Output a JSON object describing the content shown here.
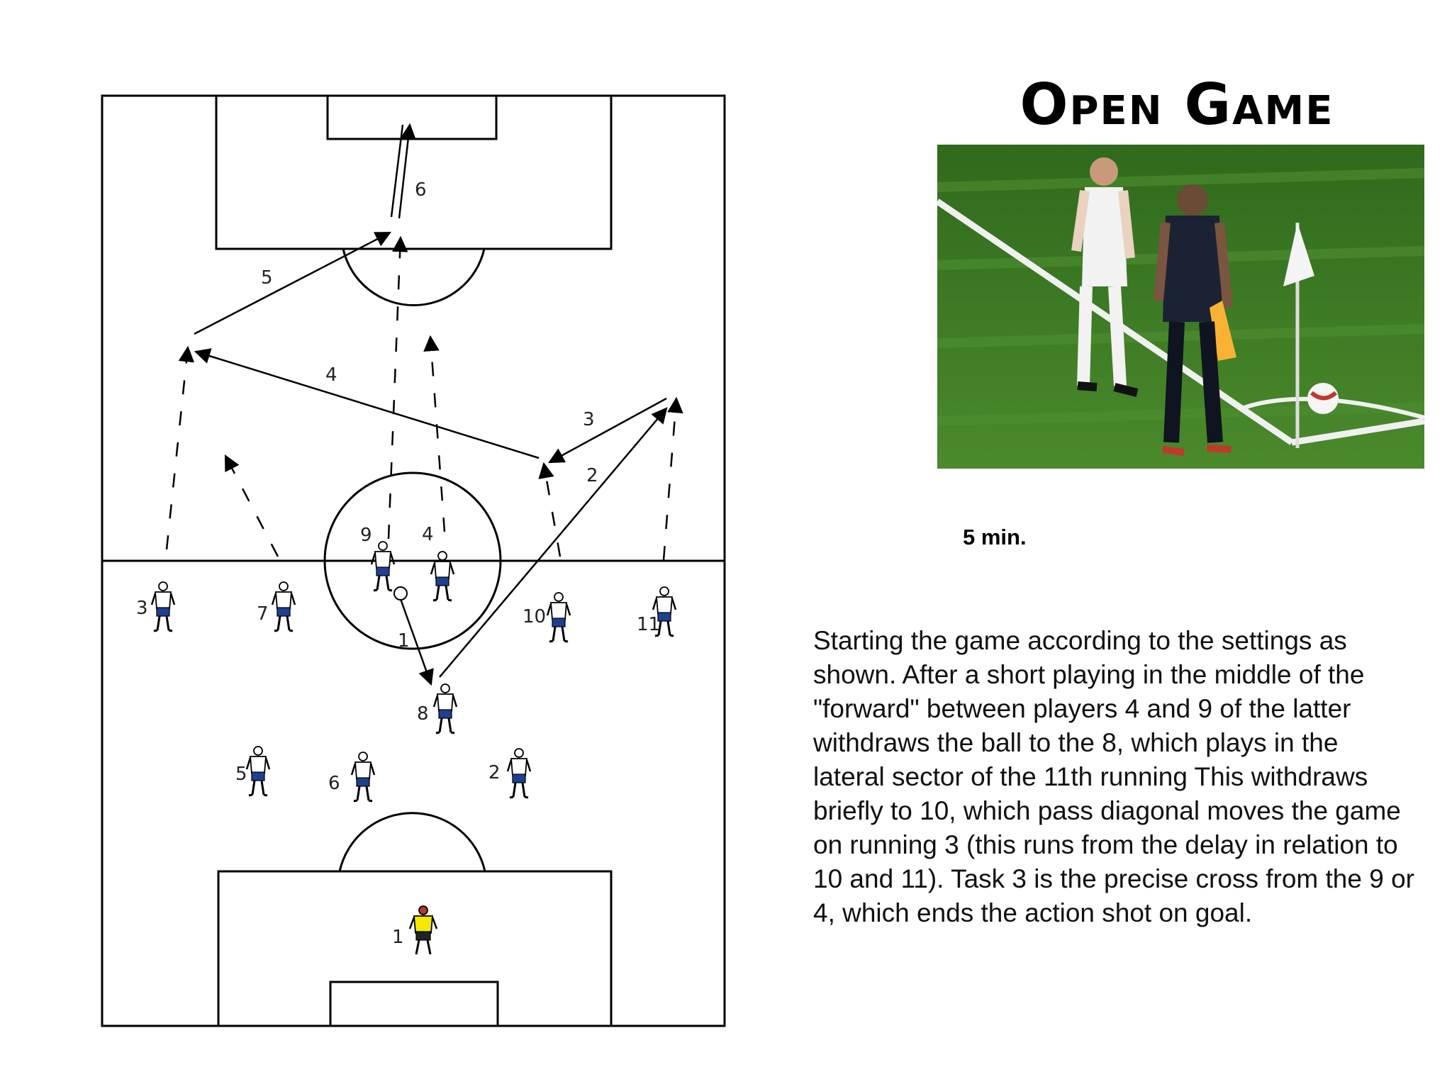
{
  "title": "Open Game",
  "duration": "5 min.",
  "description": "Starting the game according to the settings as shown. After a short playing in the middle of the \"forward\" between players 4 and 9 of the latter withdraws the ball to the 8, which plays in the lateral sector of the 11th running This withdraws briefly to 10, which pass diagonal moves the game on running 3 (this runs from the delay in relation to 10 and 11). Task 3 is the precise cross from the 9 or 4, which ends the action shot on goal.",
  "diagram": {
    "players": [
      "3",
      "7",
      "9",
      "4",
      "10",
      "11",
      "8",
      "5",
      "6",
      "2",
      "1"
    ],
    "pass_labels": [
      "1",
      "2",
      "3",
      "4",
      "5",
      "6"
    ]
  },
  "photo": {
    "subject": "player and referee beside corner flag"
  },
  "colors": {
    "ink": "#000000",
    "kit_shirt": "#ffffff",
    "kit_shorts": "#1f3f8f",
    "keeper_shirt": "#f5e800",
    "grass": "#3f7d24"
  }
}
